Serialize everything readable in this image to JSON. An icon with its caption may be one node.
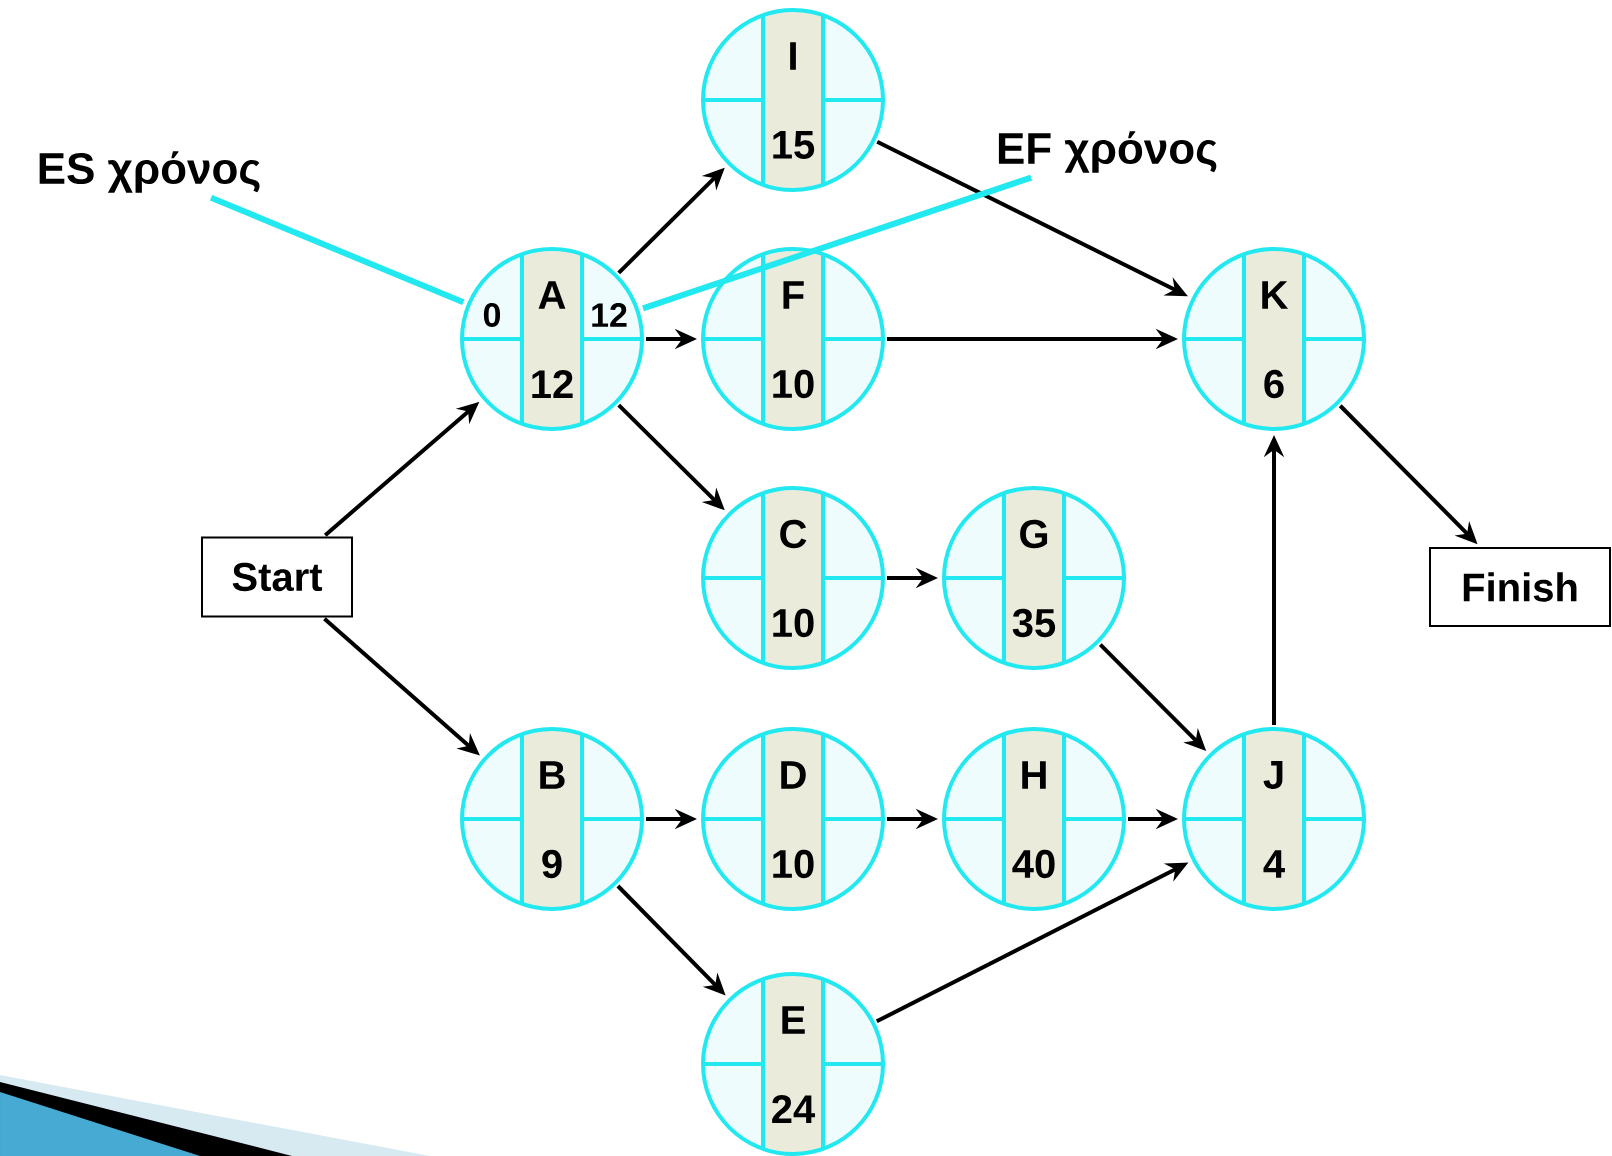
{
  "diagram": {
    "nodes": [
      {
        "text": [
          "Start"
        ]
      },
      {
        "text": [
          "A",
          "12",
          "0",
          "12"
        ]
      },
      {
        "text": [
          "I",
          "15"
        ]
      },
      {
        "text": [
          "F",
          "10"
        ]
      },
      {
        "text": [
          "C",
          "10"
        ]
      },
      {
        "text": [
          "G",
          "35"
        ]
      },
      {
        "text": [
          "B",
          "9"
        ]
      },
      {
        "text": [
          "D",
          "10"
        ]
      },
      {
        "text": [
          "H",
          "40"
        ]
      },
      {
        "text": [
          "E",
          "24"
        ]
      },
      {
        "text": [
          "J",
          "4"
        ]
      },
      {
        "text": [
          "K",
          "6"
        ]
      },
      {
        "text": [
          "Finish"
        ]
      },
      {
        "text": [
          "ES χρόνος"
        ]
      },
      {
        "text": [
          "EF χρόνος"
        ]
      }
    ],
    "edges": [
      {
        "from": 0,
        "to": 1,
        "arrow": "to"
      },
      {
        "from": 0,
        "to": 6,
        "arrow": "to"
      },
      {
        "from": 1,
        "to": 2,
        "arrow": "to"
      },
      {
        "from": 1,
        "to": 3,
        "arrow": "to"
      },
      {
        "from": 1,
        "to": 4,
        "arrow": "to"
      },
      {
        "from": 4,
        "to": 5,
        "arrow": "to"
      },
      {
        "from": 2,
        "to": 11,
        "arrow": "to"
      },
      {
        "from": 3,
        "to": 11,
        "arrow": "to"
      },
      {
        "from": 5,
        "to": 10,
        "arrow": "to"
      },
      {
        "from": 6,
        "to": 7,
        "arrow": "to"
      },
      {
        "from": 6,
        "to": 9,
        "arrow": "to"
      },
      {
        "from": 7,
        "to": 8,
        "arrow": "to"
      },
      {
        "from": 8,
        "to": 10,
        "arrow": "to"
      },
      {
        "from": 9,
        "to": 10,
        "arrow": "to"
      },
      {
        "from": 10,
        "to": 11,
        "arrow": "to"
      },
      {
        "from": 11,
        "to": 12,
        "arrow": "to"
      },
      {
        "from": 13,
        "to": 1,
        "arrow": "none",
        "color": "#22e8f0"
      },
      {
        "from": 14,
        "to": 1,
        "arrow": "none",
        "color": "#22e8f0"
      }
    ]
  }
}
